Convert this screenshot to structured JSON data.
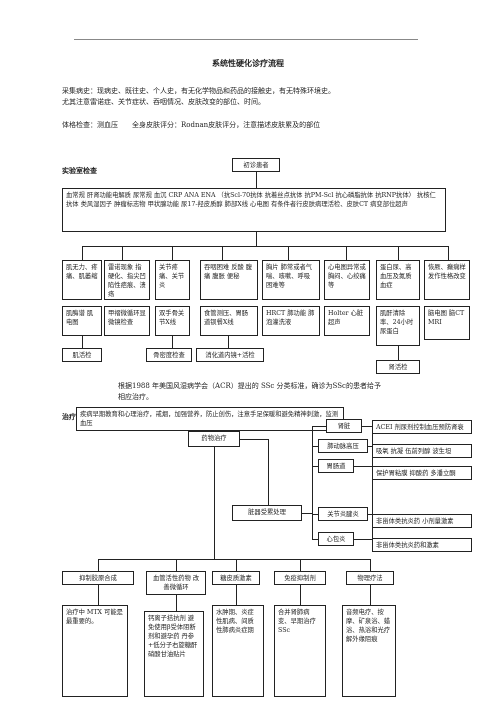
{
  "title": "系统性硬化诊疗流程",
  "intro": {
    "line1": "采集病史：现病史、既往史、个人史，有无化学物品和药品的接触史，有无特殊环境史。",
    "line2": "尤其注意雷诺症、关节症状、吞咽情况、皮肤改变的部位、时间。",
    "line3": "体格检查：测血压　　全身皮肤评分：Rodnan皮肤评分，注意描述皮肤累及的部位"
  },
  "lab": {
    "heading": "实验室检查",
    "first_visit": "初诊患者",
    "tests": "血常规 肝肾功能电解质 尿常规 血沉 CRP ANA ENA （抗Scl-70抗体 抗着丝点抗体 抗PM-Scl 抗心磷脂抗体 抗RNP抗体） 抗核仁抗体 类风湿因子 肿瘤标志物 甲状腺功能 尿17-羟皮质醇 肺部X线 心电图 有条件者行皮肤病理活检、皮肤CT 病变部位超声",
    "symptoms": [
      "肌无力、疼痛、肌萎缩",
      "雷诺现象 指硬化、指尖凹陷性疤痕、溃疡",
      "关节疼痛、关节炎",
      "吞咽困难 反酸 腹痛 腹胀 便秘",
      "胸片 肺常或者气喘、咳嗽、呼吸困难等",
      "心电图异常或胸闷、心绞痛等",
      "蛋白尿、高血压及氮质血症",
      "恢厥、癫痫样发作性格改变"
    ],
    "exams": [
      "肌酶谱 肌电图",
      "甲褶微循环显微镜检查",
      "双手骨关节X线",
      "食管测压、胃肠道钡餐X线",
      "HRCT 肺功能 肺泡灌洗液",
      "Holter 心脏超声",
      "肌酐清除率、24小时尿蛋白",
      "脑电图 脑CT MRI"
    ],
    "biopsy": [
      "肌活检",
      "骨密度检查",
      "消化道内镜+活检",
      "肾活检"
    ]
  },
  "diagnosis": {
    "line1": "根据1988 年美国风湿病学会（ACR）提出的 SSc 分类标准，确诊为SSc的患者给予",
    "line2": "相应治疗。"
  },
  "treatment": {
    "heading": "治疗",
    "general": "疾病早期教育和心理治疗，戒烟，加强营养，防止创伤，注意手足保暖和避免精神刺激，监测血压",
    "drug": "药物治疗",
    "organ": "脏器受累处理",
    "organs": [
      "肾脏",
      "肺动脉高压",
      "胃肠道",
      "关节炎腱炎",
      "心包炎"
    ],
    "organ_tx": [
      "ACEI 剂尿剂控制血压预防肾衰",
      "吸氧 抗凝 伍前列醇 波生坦",
      "保护胃粘膜 抑酸药 多潘立酮",
      "非甾体类抗炎药 小剂量激素",
      "非甾体类抗炎药和激素"
    ],
    "categories": [
      "抑制胶原合成",
      "血管活性药物 改善微循环",
      "糖皮质激素",
      "免疫抑制剂",
      "物理疗法"
    ],
    "details": [
      "治疗中 MTX 可能是最重要的。",
      "钙离子拮抗剂 避免使用β受体阻断剂和避孕药 丹参+低分子右旋糖酐 硝酸甘油贴片",
      "水肿期、炎症性肌病、间质性肺病炎症期",
      "合并肾肺病变、早期治疗 SSc",
      "音频电疗、按摩、矿泉浴、蜡浴、热浴和光疗解外缘阻痕"
    ]
  }
}
